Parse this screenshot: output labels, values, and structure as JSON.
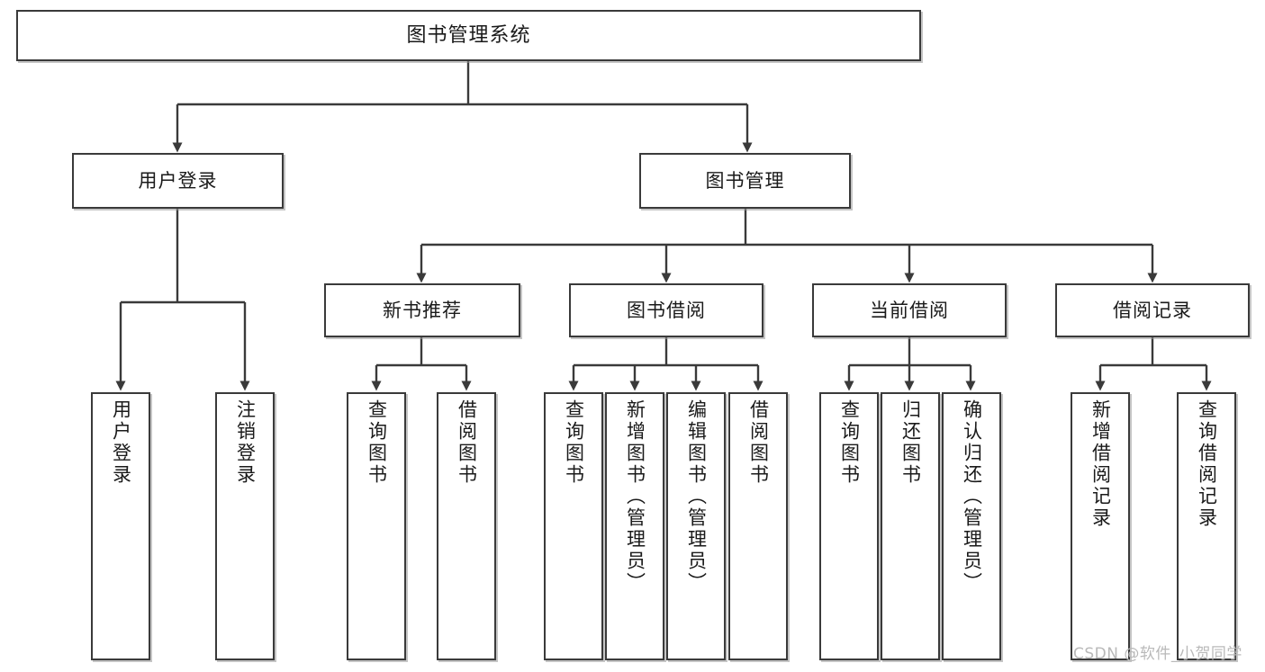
{
  "diagram": {
    "title": "图书管理系统",
    "type": "hierarchy-tree",
    "watermark": "CSDN @软件_小贺同学",
    "colors": {
      "box_border": "#3a3a3a",
      "box_fill": "#ffffff",
      "connector": "#3a3a3a",
      "text": "#1a1a1a",
      "watermark": "#b9b9b9",
      "background": "#ffffff"
    },
    "nodes": {
      "root": {
        "label": "图书管理系统"
      },
      "level1": [
        {
          "label": "用户登录"
        },
        {
          "label": "图书管理"
        }
      ],
      "level2": [
        {
          "label": "新书推荐"
        },
        {
          "label": "图书借阅"
        },
        {
          "label": "当前借阅"
        },
        {
          "label": "借阅记录"
        }
      ],
      "leaves_user_login": [
        {
          "label": "用户登录"
        },
        {
          "label": "注销登录"
        }
      ],
      "leaves_new_book": [
        {
          "label": "查询图书"
        },
        {
          "label": "借阅图书"
        }
      ],
      "leaves_borrow": [
        {
          "label": "查询图书"
        },
        {
          "label": "新增图书（管理员）"
        },
        {
          "label": "编辑图书（管理员）"
        },
        {
          "label": "借阅图书"
        }
      ],
      "leaves_current": [
        {
          "label": "查询图书"
        },
        {
          "label": "归还图书"
        },
        {
          "label": "确认归还（管理员）"
        }
      ],
      "leaves_records": [
        {
          "label": "新增借阅记录"
        },
        {
          "label": "查询借阅记录"
        }
      ]
    }
  }
}
